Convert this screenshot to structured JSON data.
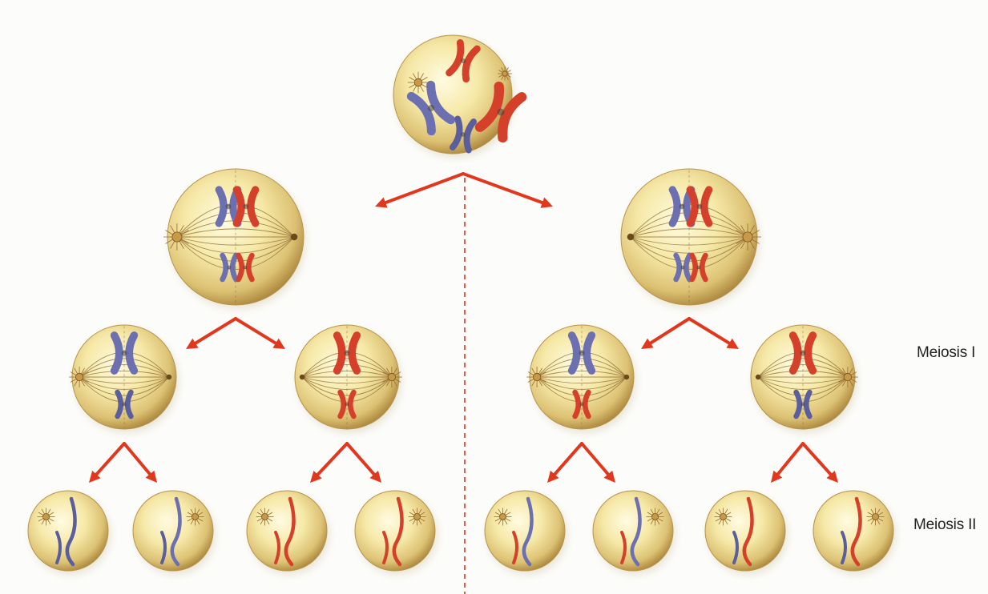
{
  "labels": {
    "meiosis_1": "Meiosis I",
    "meiosis_2": "Meiosis II"
  },
  "colors": {
    "arrow": "#e2371d",
    "divider": "#d8361c",
    "cell_light": "#fdf6c8",
    "cell_mid": "#efd98a",
    "cell_dark": "#a9843a",
    "chromosome_blue": "#6c70b0",
    "chromosome_red": "#d4402a",
    "spindle": "#8a6a30",
    "label_text": "#222222"
  },
  "tree": {
    "root": "parent-cell",
    "level_1": [
      "spindle-cell-left",
      "spindle-cell-right"
    ],
    "level_2": [
      "spindle-cell-blue",
      "spindle-cell-red",
      "spindle-cell-blue",
      "spindle-cell-red"
    ],
    "level_3": [
      "daughter-cell",
      "daughter-cell",
      "daughter-cell",
      "daughter-cell",
      "daughter-cell",
      "daughter-cell",
      "daughter-cell",
      "daughter-cell"
    ]
  }
}
